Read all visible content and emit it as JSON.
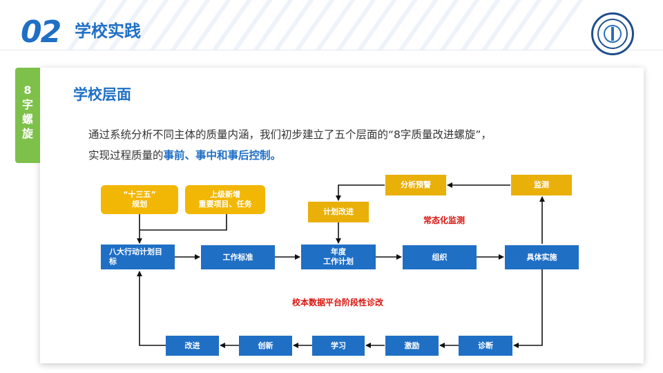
{
  "header": {
    "section_number": "02",
    "section_title": "学校实践"
  },
  "side_tab": {
    "chars": [
      "8",
      "字",
      "螺",
      "旋"
    ]
  },
  "content": {
    "subtitle": "学校层面",
    "line1": "通过系统分析不同主体的质量内涵，我们初步建立了五个层面的“8字质量改进螺旋”，",
    "line2_prefix": "实现过程质量的",
    "line2_highlight": "事前、事中和事后控制。"
  },
  "diagram": {
    "inputs": {
      "plan_line1": "“十三五”",
      "plan_line2": "规划",
      "new_line1": "上级新增",
      "new_line2": "重要项目、任务"
    },
    "nodes": {
      "goals": "八大行动计划目标",
      "standards": "工作标准",
      "annual_line1": "年度",
      "annual_line2": "工作计划",
      "organize": "组织",
      "implement": "具体实施",
      "monitor": "监测",
      "warning": "分析预警",
      "plan_improve": "计划改进",
      "diagnose": "诊断",
      "motivate": "激励",
      "learn": "学习",
      "innovate": "创新",
      "improve": "改进"
    },
    "notes": {
      "routine": "常态化监测",
      "periodic": "校本数据平台阶段性诊改"
    }
  },
  "colors": {
    "primary_blue": "#1f6fc5",
    "gold": "#f2b705",
    "green_tab": "#7dc04a",
    "note_red": "#d9140f"
  }
}
